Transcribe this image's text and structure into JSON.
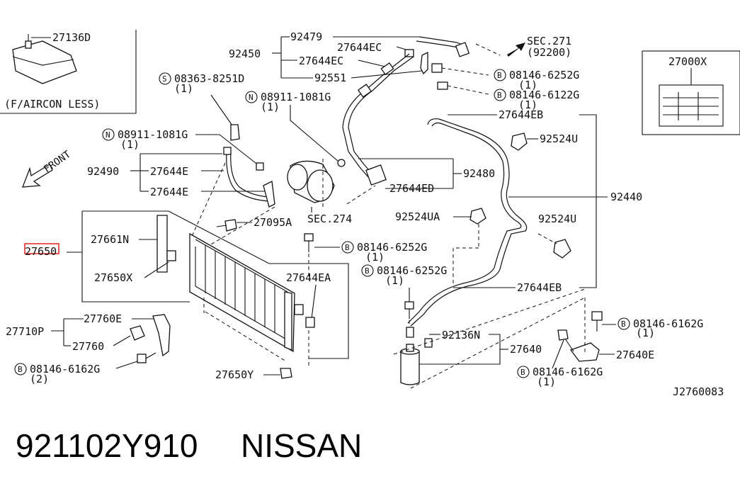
{
  "title": "921102Y910",
  "brand": "NISSAN",
  "diagram_code": "J2760083",
  "highlight_color": "#e0201c",
  "inset": {
    "part": "27136D",
    "note": "(F/AIRCON LESS)"
  },
  "label_box": {
    "part": "27000X"
  },
  "direction": {
    "front": "FRONT",
    "sec271": "SEC.271",
    "sec271_ref": "(92200)",
    "sec274": "SEC.274"
  },
  "bolts": [
    {
      "code": "08363-8251D",
      "qty": "(1)",
      "symbol": "S"
    },
    {
      "code": "08911-1081G",
      "qty": "(1)",
      "symbol": "N"
    },
    {
      "code": "08911-1081G",
      "qty": "(1)",
      "symbol": "N"
    },
    {
      "code": "08146-6252G",
      "qty": "(1)",
      "symbol": "B"
    },
    {
      "code": "08146-6122G",
      "qty": "(1)",
      "symbol": "B"
    },
    {
      "code": "08146-6252G",
      "qty": "(1)",
      "symbol": "B"
    },
    {
      "code": "08146-6252G",
      "qty": "(1)",
      "symbol": "B"
    },
    {
      "code": "08146-6162G",
      "qty": "(1)",
      "symbol": "B"
    },
    {
      "code": "08146-6162G",
      "qty": "(1)",
      "symbol": "B"
    },
    {
      "code": "08146-6162G",
      "qty": "(2)",
      "symbol": "B"
    }
  ],
  "parts": {
    "p92479": "92479",
    "p92450": "92450",
    "p27644EC_a": "27644EC",
    "p27644EC_b": "27644EC",
    "p92551": "92551",
    "p27644EB_top": "27644EB",
    "p92524U_a": "92524U",
    "p92440": "92440",
    "p92524U_b": "92524U",
    "p92524UA": "92524UA",
    "p27644EB_low": "27644EB",
    "p92480": "92480",
    "p27644ED": "27644ED",
    "p92490": "92490",
    "p27644E_a": "27644E",
    "p27644E_b": "27644E",
    "p27095A": "27095A",
    "p27650": "27650",
    "p27661N": "27661N",
    "p27650X": "27650X",
    "p27644EA": "27644EA",
    "p27760E": "27760E",
    "p27710P": "27710P",
    "p27760": "27760",
    "p27650Y": "27650Y",
    "p92136N": "92136N",
    "p27640": "27640",
    "p27640E": "27640E"
  }
}
